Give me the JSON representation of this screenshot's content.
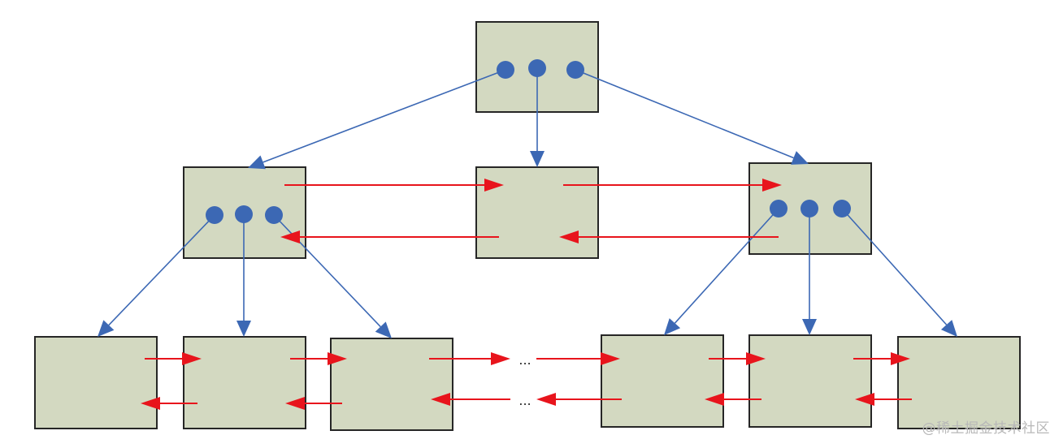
{
  "diagram": {
    "type": "b-plus-tree",
    "colors": {
      "node_fill": "#d3d9c1",
      "node_stroke": "#262626",
      "pointer": "#3c68b4",
      "sibling_link": "#e8141c"
    },
    "root": {
      "pointers": 3
    },
    "level1": [
      {
        "pointers": 3
      },
      {
        "pointers": 0
      },
      {
        "pointers": 3
      }
    ],
    "leaf_count": 6,
    "gap_marker": "...",
    "gap_marker_bottom": "..."
  },
  "watermark": "@稀土掘金技术社区"
}
